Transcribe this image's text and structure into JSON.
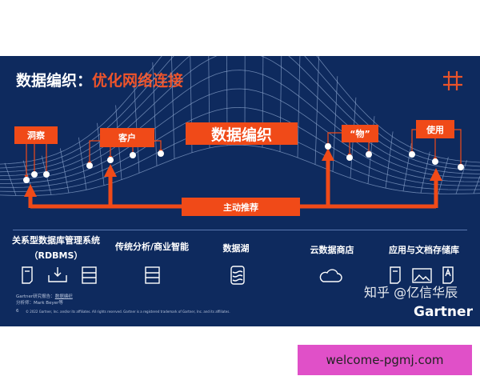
{
  "title": {
    "white": "数据编织：",
    "accent": "优化网络连接"
  },
  "colors": {
    "background": "#0e2a5e",
    "accent": "#f04a18",
    "badge": "#e050c8"
  },
  "diagram": {
    "center_label": "数据编织",
    "labels": [
      "洞察",
      "客户",
      "“物”",
      "使用"
    ],
    "bottom_label": "主动推荐"
  },
  "sections": [
    {
      "label": "关系型数据库管理系统",
      "sub": "（RDBMS）",
      "icons": [
        "document-icon",
        "download-tray-icon",
        "server-icon"
      ]
    },
    {
      "label": "传统分析/商业智能",
      "icons": [
        "server-icon"
      ]
    },
    {
      "label": "数据湖",
      "icons": [
        "database-icon"
      ]
    },
    {
      "label": "云数据商店",
      "icons": [
        "cloud-icon"
      ]
    },
    {
      "label": "应用与文档存储库",
      "icons": [
        "document-icon",
        "image-icon",
        "text-file-icon"
      ]
    }
  ],
  "footer": {
    "source_prefix": "Gartner研究报告：",
    "source_link": "数据编织",
    "analyst": "分析师：Mark Beyer等",
    "page": "6",
    "copyright": "© 2022 Gartner, Inc. and/or its affiliates. All rights reserved. Gartner is a registered trademark of Gartner, Inc. and its affiliates.",
    "logo": "Gartner",
    "watermark": "知乎 @亿信华辰"
  },
  "badge": "welcome-pgmj.com"
}
